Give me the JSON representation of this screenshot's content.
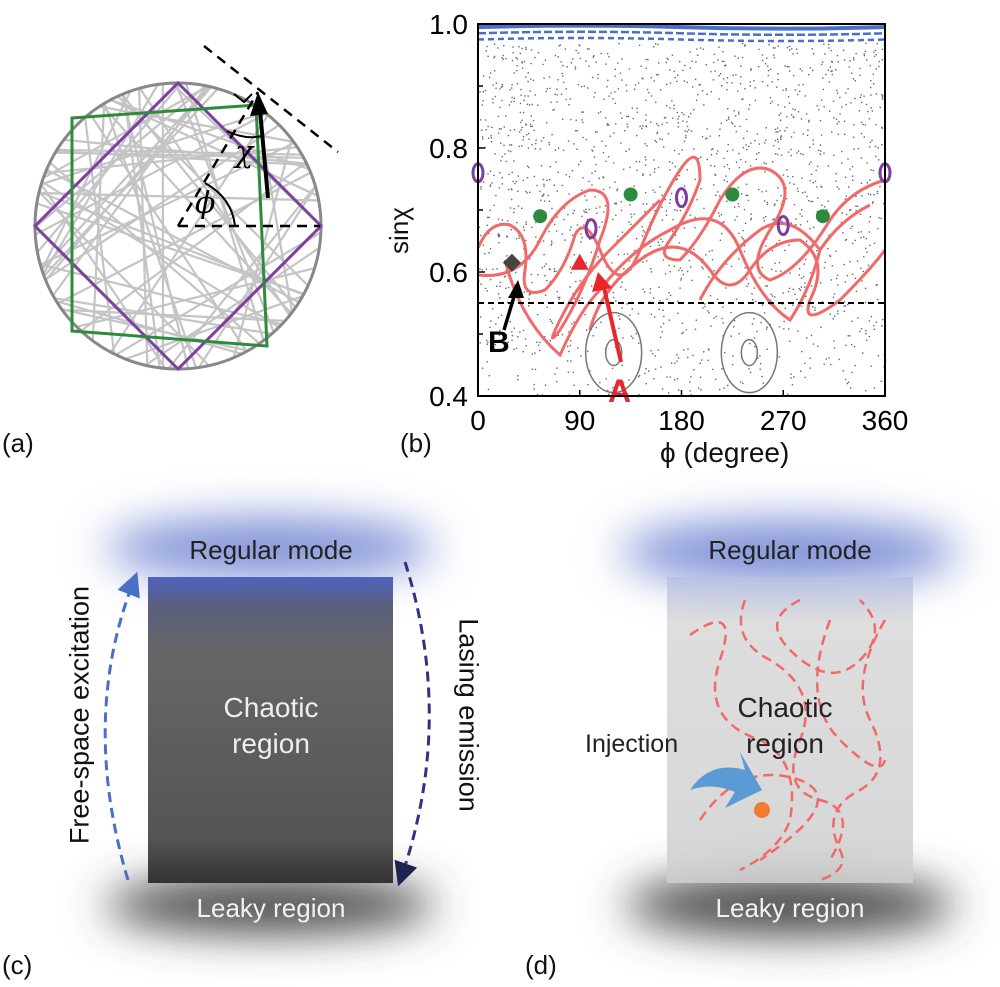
{
  "panels": {
    "a": {
      "label": "(a)",
      "symbols": {
        "chi": "χ",
        "phi": "ϕ"
      }
    },
    "b": {
      "label": "(b)"
    },
    "c": {
      "label": "(c)",
      "top": "Regular mode",
      "middle_line1": "Chaotic",
      "middle_line2": "region",
      "bottom": "Leaky region",
      "left_arrow": "Free-space excitation",
      "right_arrow": "Lasing emission"
    },
    "d": {
      "label": "(d)",
      "top": "Regular mode",
      "middle_line1": "Chaotic",
      "middle_line2": "region",
      "bottom": "Leaky region",
      "injection": "Injection"
    }
  },
  "chart_data": {
    "type": "scatter",
    "title": "",
    "xlabel": "ϕ (degree)",
    "ylabel": "sinχ",
    "xlim": [
      0,
      360
    ],
    "ylim": [
      0.4,
      1.0
    ],
    "xticks": [
      "0",
      "90",
      "180",
      "270",
      "360"
    ],
    "yticks": [
      "0.4",
      "0.6",
      "0.8",
      "1.0"
    ],
    "critical_line_sinchi": 0.55,
    "markers": {
      "green_fixed_points": [
        [
          55,
          0.69
        ],
        [
          135,
          0.725
        ],
        [
          225,
          0.725
        ],
        [
          305,
          0.69
        ]
      ],
      "purple_islands": [
        [
          0,
          0.76
        ],
        [
          100,
          0.67
        ],
        [
          180,
          0.72
        ],
        [
          270,
          0.675
        ],
        [
          360,
          0.76
        ]
      ],
      "point_A": {
        "label": "A",
        "x": 90,
        "y": 0.615,
        "color": "#e8262b"
      },
      "point_B": {
        "label": "B",
        "x": 30,
        "y": 0.615,
        "color": "#444444"
      }
    },
    "colors": {
      "regular": "#4a6fc9",
      "chaotic_manifold": "#f06a6a",
      "island": "#7a3fa0",
      "fixed_point": "#2e8b3e",
      "sea": "#666666"
    }
  }
}
